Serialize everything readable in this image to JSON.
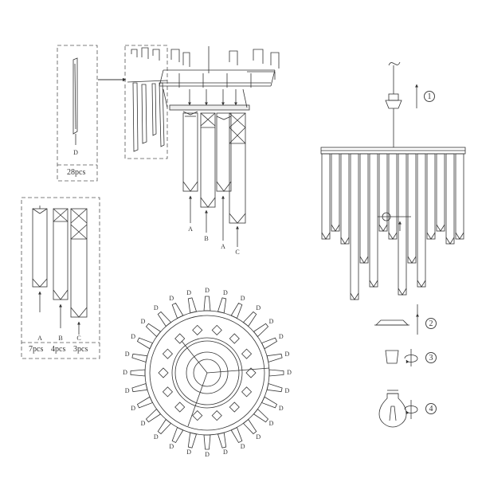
{
  "crystal_d_box": {
    "label": "D",
    "quantity": "28pcs"
  },
  "crystal_set_box": {
    "items": [
      {
        "label": "A",
        "quantity": "7pcs"
      },
      {
        "label": "B",
        "quantity": "4pcs"
      },
      {
        "label": "C",
        "quantity": "3pcs"
      }
    ]
  },
  "hanging_labels": [
    "A",
    "B",
    "A",
    "C"
  ],
  "ring_label": "D",
  "steps": [
    "1",
    "2",
    "3",
    "4"
  ]
}
